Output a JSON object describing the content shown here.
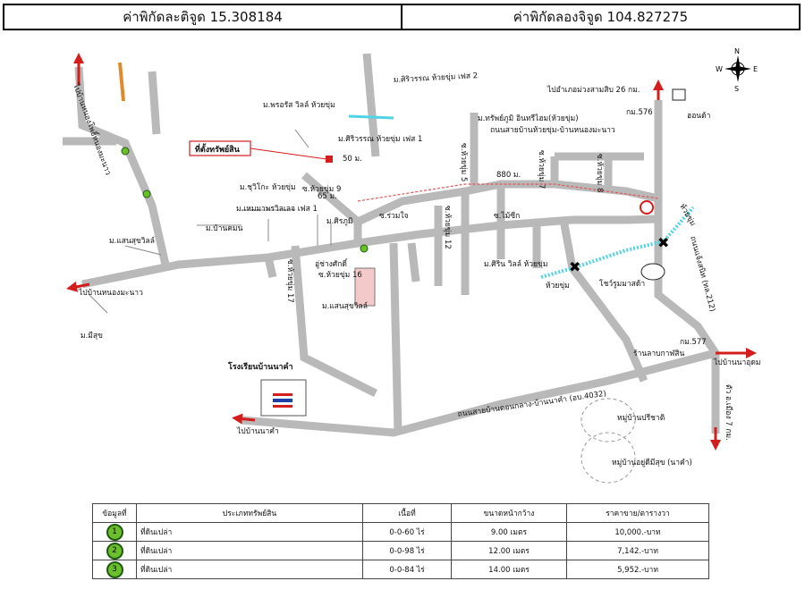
{
  "coordinates": {
    "latitude_label": "ค่าพิกัดละติจูด 15.308184",
    "longitude_label": "ค่าพิกัดลองจิจูด 104.827275"
  },
  "compass": {
    "n": "N",
    "s": "S",
    "e": "E",
    "w": "W"
  },
  "map": {
    "property_label": "ที่ตั้งทรัพย์สิน",
    "dist_50": "50 ม.",
    "dist_65": "65 ม.",
    "dist_880": "880 ม.",
    "to_sam_sip": "ไปอำเภอม่วงสามสิบ 26 กม.",
    "to_nong_pho": "ไปบ้านหนองโพธิ์หนองมะนาว",
    "to_nong_manao": "ไปบ้านหนองมะนาว",
    "to_na_kham": "ไปบ้านนาคำ",
    "to_na_un": "ไปบ้านนาอุดม",
    "to_city": "ตัว อ.เมือง 7 กม.",
    "km576": "กม.576",
    "km577": "กม.577",
    "honda": "ฮอนด้า",
    "road_main": "ถนนสายบ้านห้วยขุ่ม-บ้านหนองมะนาว",
    "road_highway": "ถนนแจ้งสนิท (ทล.212)",
    "road_bottom": "ถนนสายบ้านดอนกลาง-บ้านนาคำ (อบ.4032)",
    "school": "โรงเรียนบ้านนาคำ",
    "shop": "ร้านลาบกาฬสิน",
    "mazda": "โชว์รูมมาสด้า",
    "village1": "หมู่บ้านปรีชาติ",
    "village2": "หมู่บ้านอยู่ดีมีสุข (นาคำ)",
    "labels": [
      "ม.ศิริวรรณ ห้วยขุ่ม เฟส 2",
      "ม.พรอรัส วิลล์ ห้วยขุ่ม",
      "ม.ศิริวรรณ ห้วยขุ่ม เฟส 1",
      "ม.ทรัพย์ภูมิ อินทรีไฮม(ห้วยขุ่ม)",
      "ม.ชุวิโกะ ห้วยขุ่ม",
      "ม.เหมมาพรวิลเลจ เฟส 1",
      "ม.ศิรภูมิ",
      "ม.บ้านคมน",
      "ม.แสนสุขวิลล์",
      "ม.มีสุข",
      "ม.ศิริน วิลล์ ห้วยขุ่ม",
      "ม.แสนสุขวิลล์",
      "อู่ช่างศักดิ์",
      "ซ.ร่วมใจ",
      "ซ.ไม้ซีก",
      "ซ.ห้วยขุ่ม 16",
      "ซ.ห้วยขุ่ม 9",
      "ซ.ห้วยขุ่ม 5",
      "ซ.ห้วยขุ่ม 7",
      "ซ.ห้วยขุ่ม 8",
      "ซ.ห้วยขุ่ม 12",
      "ซ.ห้วยขุ่ม 17",
      "ห้วยขุ่ม",
      "ห้วยขุ่ม"
    ]
  },
  "legend": {
    "headers": [
      "ข้อมูลที่",
      "ประเภททรัพย์สิน",
      "เนื้อที่",
      "ขนาดหน้ากว้าง",
      "ราคาขาย/ตารางวา"
    ],
    "rows": [
      {
        "no": "1",
        "type": "ที่ดินเปล่า",
        "area": "0-0-60 ไร่",
        "width": "9.00 เมตร",
        "price": "10,000.-บาท"
      },
      {
        "no": "2",
        "type": "ที่ดินเปล่า",
        "area": "0-0-98 ไร่",
        "width": "12.00 เมตร",
        "price": "7,142.-บาท"
      },
      {
        "no": "3",
        "type": "ที่ดินเปล่า",
        "area": "0-0-84 ไร่",
        "width": "14.00 เมตร",
        "price": "5,952.-บาท"
      }
    ]
  },
  "colors": {
    "road": "#b9b9b9",
    "arrow": "#d41d1d",
    "canal": "#4fd3e6",
    "badge": "#6abf2a"
  }
}
